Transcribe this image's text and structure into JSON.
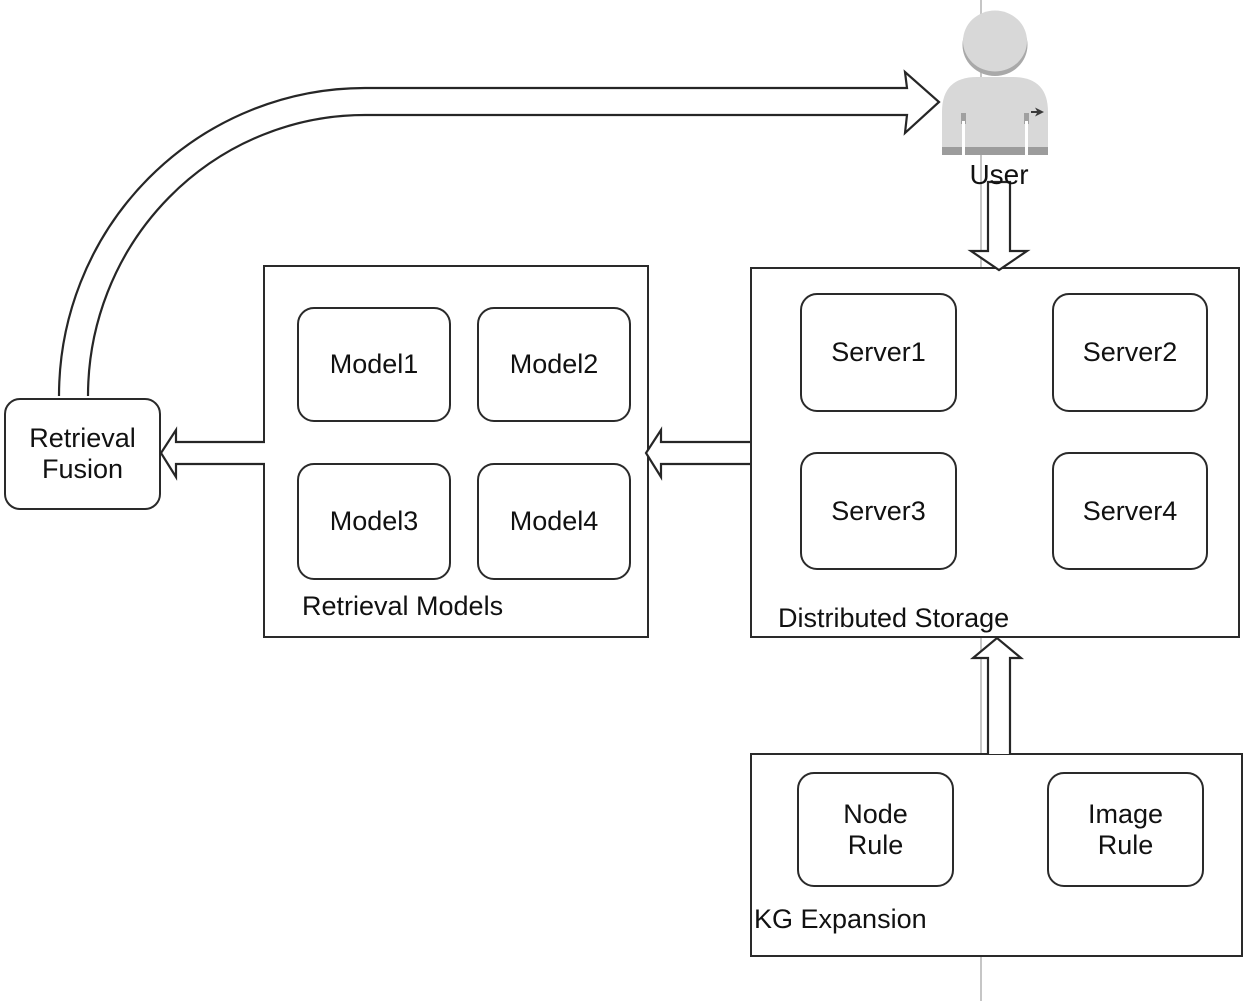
{
  "figure": {
    "user": {
      "label": "User"
    },
    "retrieval_fusion": {
      "label": "Retrieval\nFusion"
    },
    "retrieval_models": {
      "caption": "Retrieval Models",
      "items": [
        "Model1",
        "Model2",
        "Model3",
        "Model4"
      ]
    },
    "distributed_storage": {
      "caption": "Distributed Storage",
      "items": [
        "Server1",
        "Server2",
        "Server3",
        "Server4"
      ]
    },
    "kg_expansion": {
      "caption": "KG Expansion",
      "items": [
        "Node\nRule",
        "Image\nRule"
      ]
    },
    "edges": [
      {
        "from": "User",
        "to": "Distributed Storage",
        "style": "open-block-arrow-down"
      },
      {
        "from": "Distributed Storage",
        "to": "Retrieval Models",
        "style": "open-block-arrow-left"
      },
      {
        "from": "Retrieval Models",
        "to": "Retrieval Fusion",
        "style": "open-block-arrow-left"
      },
      {
        "from": "Retrieval Fusion",
        "to": "User",
        "style": "curved-open-block-arrow"
      },
      {
        "from": "KG Expansion",
        "to": "Distributed Storage",
        "style": "open-block-arrow-up"
      }
    ],
    "colors": {
      "stroke": "#262626",
      "text": "#111111",
      "icon_gray": "#d8d8d8",
      "icon_shadow": "#a9a9a9",
      "icon_base": "#9c9c9c",
      "faint_guide_line": "#c6c6c6",
      "background": "#ffffff"
    }
  }
}
